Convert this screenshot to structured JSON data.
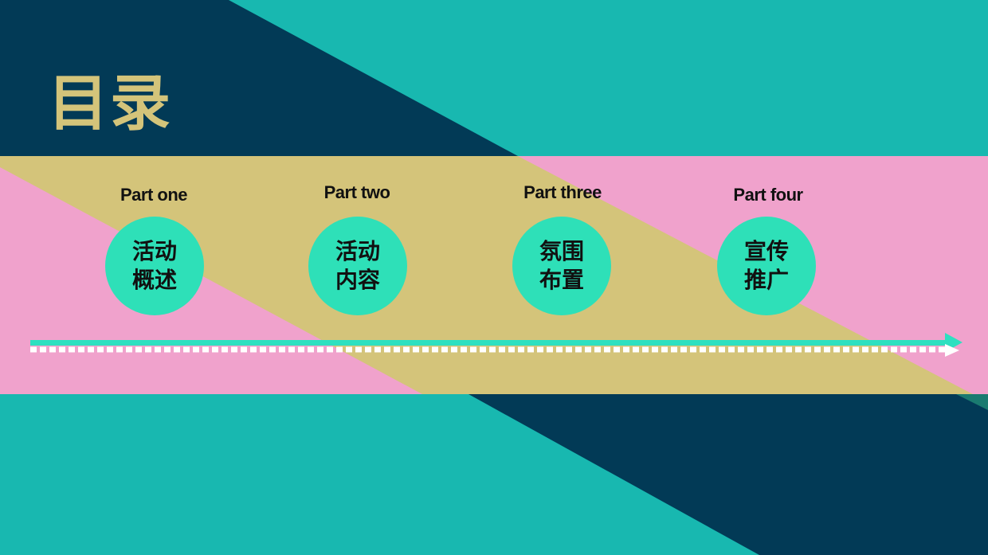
{
  "slide": {
    "title": "目录",
    "parts": [
      {
        "label": "Part one",
        "line1": "活动",
        "line2": "概述"
      },
      {
        "label": "Part two",
        "line1": "活动",
        "line2": "内容"
      },
      {
        "label": "Part three",
        "line1": "氛围",
        "line2": "布置"
      },
      {
        "label": "Part four",
        "line1": "宣传",
        "line2": "推广"
      }
    ]
  },
  "colors": {
    "teal": "#18b8b0",
    "navy": "#023a56",
    "pink": "#f0a2cc",
    "khaki": "#d4c47a",
    "mint": "#2ee0b8",
    "title": "#d4c47a"
  }
}
